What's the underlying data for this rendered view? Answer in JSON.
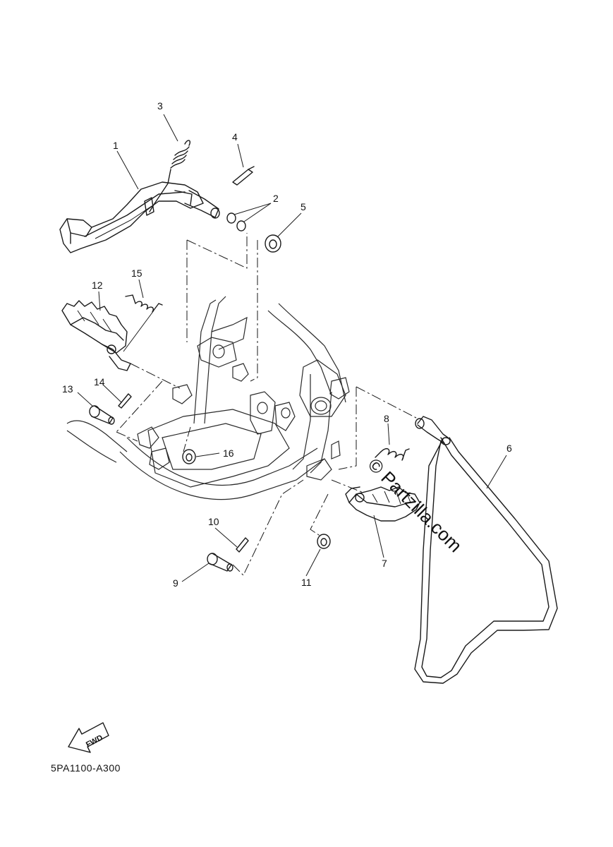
{
  "diagram": {
    "callouts": [
      {
        "id": "callout-1",
        "label": "1"
      },
      {
        "id": "callout-2",
        "label": "2"
      },
      {
        "id": "callout-3",
        "label": "3"
      },
      {
        "id": "callout-4",
        "label": "4"
      },
      {
        "id": "callout-5",
        "label": "5"
      },
      {
        "id": "callout-6",
        "label": "6"
      },
      {
        "id": "callout-7",
        "label": "7"
      },
      {
        "id": "callout-8",
        "label": "8"
      },
      {
        "id": "callout-9",
        "label": "9"
      },
      {
        "id": "callout-10",
        "label": "10"
      },
      {
        "id": "callout-11",
        "label": "11"
      },
      {
        "id": "callout-12",
        "label": "12"
      },
      {
        "id": "callout-13",
        "label": "13"
      },
      {
        "id": "callout-14",
        "label": "14"
      },
      {
        "id": "callout-15",
        "label": "15"
      },
      {
        "id": "callout-16",
        "label": "16"
      }
    ],
    "fwd_label": "FWD",
    "watermark": "© Partzilla.com",
    "diagram_code": "5PA1100-A300"
  }
}
